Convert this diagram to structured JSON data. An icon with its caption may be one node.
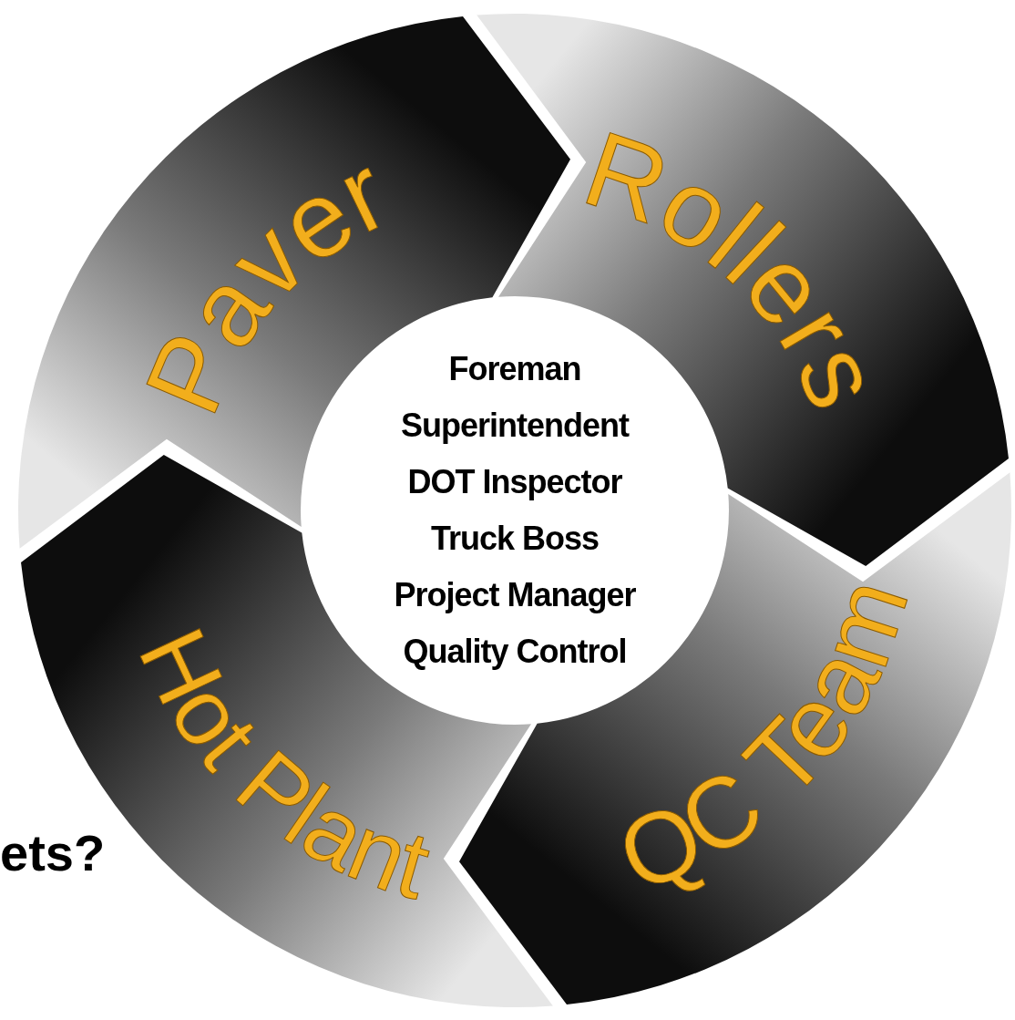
{
  "diagram": {
    "nodes": [
      {
        "text": [
          "Paver"
        ]
      },
      {
        "text": [
          "Rollers"
        ]
      },
      {
        "text": [
          "QC Team"
        ]
      },
      {
        "text": [
          "Hot Plant"
        ]
      },
      {
        "text": [
          "Foreman",
          "Superintendent",
          "DOT Inspector",
          "Truck Boss",
          "Project Manager",
          "Quality Control"
        ]
      }
    ],
    "labels": [
      "ets?"
    ]
  }
}
